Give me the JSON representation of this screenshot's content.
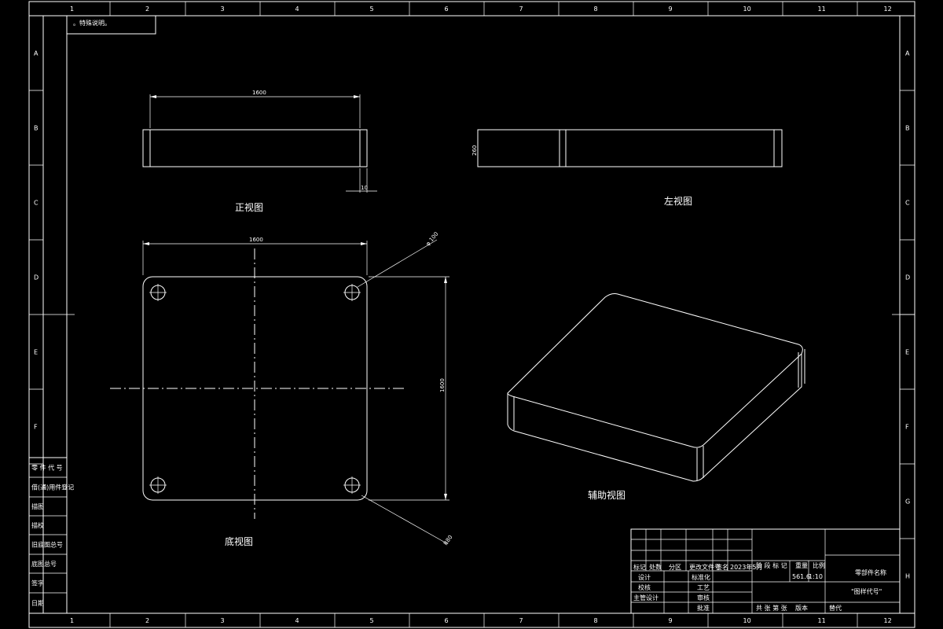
{
  "frame": {
    "col_numbers": [
      "1",
      "2",
      "3",
      "4",
      "5",
      "6",
      "7",
      "8",
      "9",
      "10",
      "11",
      "12"
    ],
    "row_letters_left": [
      "A",
      "B",
      "C",
      "D",
      "E",
      "F"
    ],
    "row_letters_right": [
      "A",
      "B",
      "C",
      "D",
      "E",
      "F",
      "G",
      "H"
    ]
  },
  "top_note": "。特殊说明。",
  "views": {
    "front": "正视图",
    "left": "左视图",
    "bottom": "底视图",
    "iso": "辅助视图"
  },
  "dims": {
    "front_width": "1600",
    "front_thk": "10",
    "left_height": "260",
    "bottom_width": "1600",
    "bottom_height": "1600",
    "hole_dia": "φ 100",
    "corner_r": "R80"
  },
  "side_table": [
    "零 件 代 号",
    "借(通)用件登记",
    "描图",
    "描校",
    "旧底图总号",
    "底图总号",
    "签字",
    "日期"
  ],
  "title_block": {
    "hdr": [
      "标记",
      "处数",
      "分区",
      "更改文件号",
      "签名",
      "2023年5月"
    ],
    "rows": [
      {
        "a": "设计",
        "b": "标准化"
      },
      {
        "a": "校核",
        "b": "工艺"
      },
      {
        "a": "主管设计",
        "b": "审核"
      },
      {
        "a": "",
        "b": "批准"
      }
    ],
    "stage": "阶 段 标 记",
    "weight": "重量",
    "scale": "比例",
    "weight_val": "561.6",
    "scale_val": "1:10",
    "name": "零部件名称",
    "drawing_no": "\"图样代号\"",
    "sheets": "共 张 第 张",
    "version": "版本",
    "replace": "替代"
  }
}
